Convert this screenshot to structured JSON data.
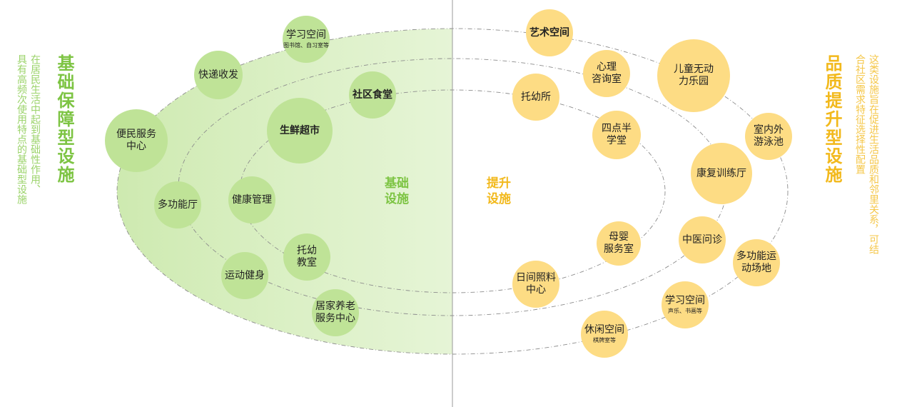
{
  "left": {
    "title": "基础保障型设施",
    "description": [
      "在居民生活中起到基础性作用、",
      "具有高频次使用特点的基础型设施"
    ],
    "center_label": "基础\n设施",
    "nodes": [
      {
        "id": "study-space",
        "label": "学习空间",
        "sub": "图书馆、自习室等",
        "bold": false
      },
      {
        "id": "express",
        "label": "快递收发",
        "bold": false
      },
      {
        "id": "canteen",
        "label": "社区食堂",
        "bold": true
      },
      {
        "id": "service-center",
        "label": "便民服务\n中心",
        "bold": false
      },
      {
        "id": "supermarket",
        "label": "生鲜超市",
        "bold": true
      },
      {
        "id": "multi-hall",
        "label": "多功能厅",
        "bold": false
      },
      {
        "id": "health",
        "label": "健康管理",
        "bold": false
      },
      {
        "id": "nursery-class",
        "label": "托幼\n教室",
        "bold": false
      },
      {
        "id": "sports",
        "label": "运动健身",
        "bold": false
      },
      {
        "id": "elderly-care",
        "label": "居家养老\n服务中心",
        "bold": false
      }
    ]
  },
  "right": {
    "title": "品质提升型设施",
    "description": [
      "这类设施旨在促进生活品质和邻里关系，可结",
      "合社区需求特征选择性配置"
    ],
    "center_label": "提升\n设施",
    "nodes": [
      {
        "id": "art-space",
        "label": "艺术空间",
        "bold": true
      },
      {
        "id": "counseling",
        "label": "心理\n咨询室",
        "bold": false
      },
      {
        "id": "playground",
        "label": "儿童无动\n力乐园",
        "bold": false
      },
      {
        "id": "nursery",
        "label": "托幼所",
        "bold": false
      },
      {
        "id": "afterschool",
        "label": "四点半\n学堂",
        "bold": false
      },
      {
        "id": "pool",
        "label": "室内外\n游泳池",
        "bold": false
      },
      {
        "id": "rehab",
        "label": "康复训练厅",
        "bold": false
      },
      {
        "id": "maternal",
        "label": "母婴\n服务室",
        "bold": false
      },
      {
        "id": "tcm",
        "label": "中医问诊",
        "bold": false
      },
      {
        "id": "multi-sports",
        "label": "多功能运\n动场地",
        "bold": false
      },
      {
        "id": "day-care",
        "label": "日间照料\n中心",
        "bold": false
      },
      {
        "id": "study-space-2",
        "label": "学习空间",
        "sub": "声乐、书画等",
        "bold": false
      },
      {
        "id": "leisure",
        "label": "休闲空间",
        "sub": "棋牌室等",
        "bold": false
      }
    ]
  },
  "colors": {
    "green_title": "#7dc443",
    "green_node": "#bfe397",
    "yellow_title": "#f2b91c",
    "yellow_node": "#fddc84",
    "divider": "#9a9a9a"
  }
}
